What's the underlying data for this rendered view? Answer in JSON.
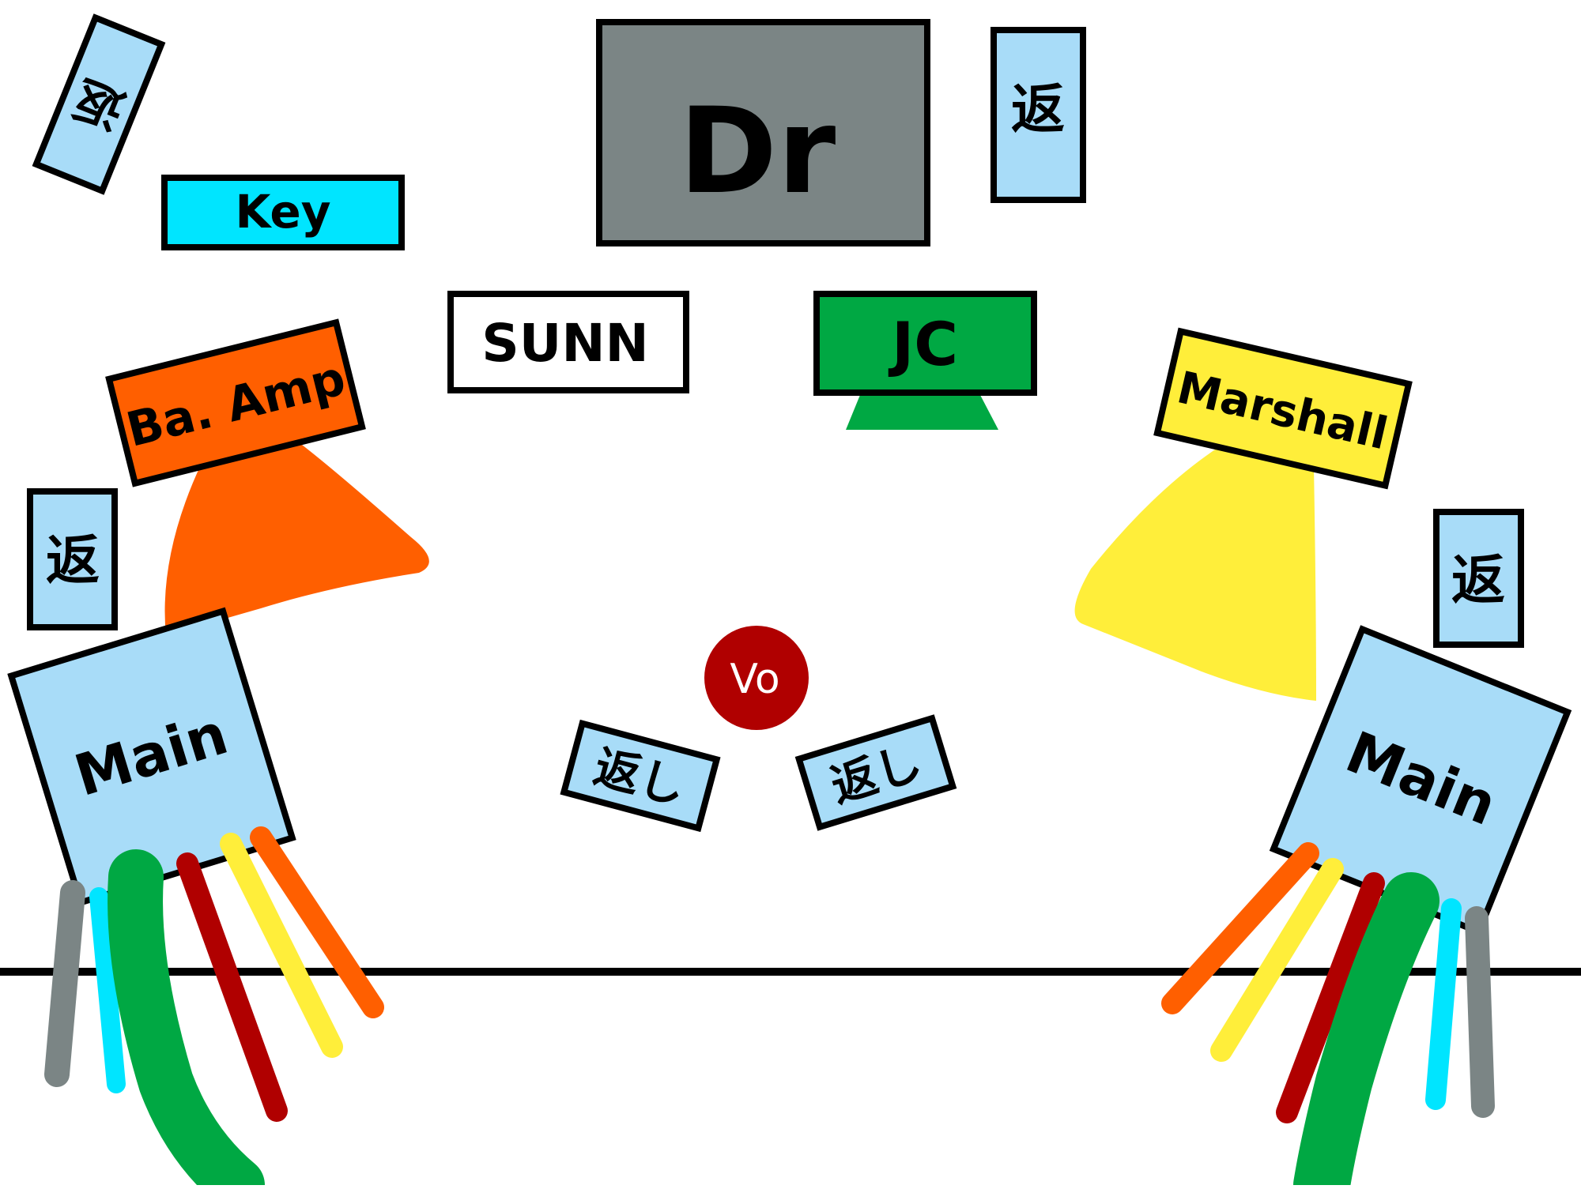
{
  "stage_plot": {
    "drums": {
      "label": "Dr",
      "color": "#7b8585"
    },
    "keyboard": {
      "label": "Key",
      "color": "#00e5ff"
    },
    "amps": {
      "bass": {
        "label": "Ba. Amp",
        "color": "#ff5f00"
      },
      "sunn": {
        "label": "SUNN",
        "color": "#ffffff"
      },
      "jc": {
        "label": "JC",
        "color": "#00a843"
      },
      "marshall": {
        "label": "Marshall",
        "color": "#ffee3a"
      }
    },
    "vocal": {
      "label": "Vo",
      "color": "#b00000"
    },
    "monitors": {
      "top_left": {
        "label": "返"
      },
      "top_right": {
        "label": "返"
      },
      "left": {
        "label": "返"
      },
      "right": {
        "label": "返"
      },
      "center_left": {
        "label": "返し"
      },
      "center_right": {
        "label": "返し"
      },
      "color": "#a8dcf8"
    },
    "mains": {
      "left": {
        "label": "Main"
      },
      "right": {
        "label": "Main"
      },
      "color": "#a8dcf8"
    },
    "cable_colors": {
      "gray": "#7b8585",
      "cyan": "#00e5ff",
      "green": "#00a843",
      "red": "#b00000",
      "yellow": "#ffee3a",
      "orange": "#ff5f00"
    }
  }
}
